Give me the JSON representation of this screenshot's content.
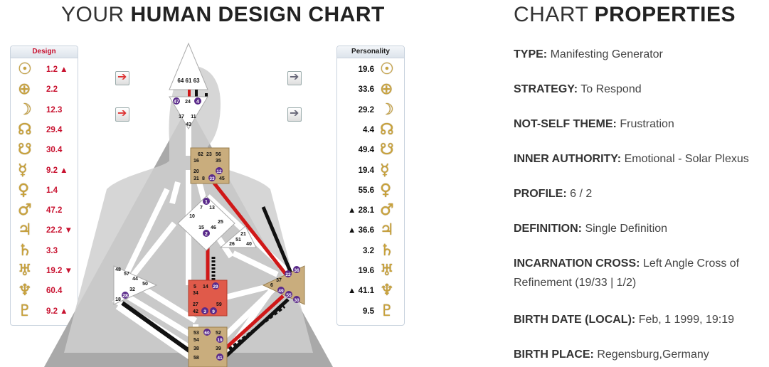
{
  "header": {
    "chart_title_light": "YOUR ",
    "chart_title_bold": "HUMAN DESIGN CHART",
    "props_title_light": "CHART ",
    "props_title_bold": "PROPERTIES"
  },
  "design": {
    "label": "Design",
    "rows": [
      {
        "planet": "sun-icon",
        "glyph": "☉",
        "value": "1.2 ▲"
      },
      {
        "planet": "earth-icon",
        "glyph": "⊕",
        "value": "2.2"
      },
      {
        "planet": "moon-icon",
        "glyph": "☽",
        "value": "12.3"
      },
      {
        "planet": "north-node-icon",
        "glyph": "☊",
        "value": "29.4"
      },
      {
        "planet": "south-node-icon",
        "glyph": "☋",
        "value": "30.4"
      },
      {
        "planet": "mercury-icon",
        "glyph": "☿",
        "value": "9.2 ▲"
      },
      {
        "planet": "venus-icon",
        "glyph": "♀",
        "value": "1.4"
      },
      {
        "planet": "mars-icon",
        "glyph": "♂",
        "value": "47.2"
      },
      {
        "planet": "jupiter-icon",
        "glyph": "♃",
        "value": "22.2 ▼"
      },
      {
        "planet": "saturn-icon",
        "glyph": "♄",
        "value": "3.3"
      },
      {
        "planet": "uranus-icon",
        "glyph": "♅",
        "value": "19.2 ▼"
      },
      {
        "planet": "neptune-icon",
        "glyph": "♆",
        "value": "60.4"
      },
      {
        "planet": "pluto-icon",
        "glyph": "♇",
        "value": "9.2 ▲"
      }
    ]
  },
  "personality": {
    "label": "Personality",
    "rows": [
      {
        "planet": "sun-icon",
        "glyph": "☉",
        "value": "19.6"
      },
      {
        "planet": "earth-icon",
        "glyph": "⊕",
        "value": "33.6"
      },
      {
        "planet": "moon-icon",
        "glyph": "☽",
        "value": "29.2"
      },
      {
        "planet": "north-node-icon",
        "glyph": "☊",
        "value": "4.4"
      },
      {
        "planet": "south-node-icon",
        "glyph": "☋",
        "value": "49.4"
      },
      {
        "planet": "mercury-icon",
        "glyph": "☿",
        "value": "19.4"
      },
      {
        "planet": "venus-icon",
        "glyph": "♀",
        "value": "55.6"
      },
      {
        "planet": "mars-icon",
        "glyph": "♂",
        "value": "▲ 28.1"
      },
      {
        "planet": "jupiter-icon",
        "glyph": "♃",
        "value": "▲ 36.6"
      },
      {
        "planet": "saturn-icon",
        "glyph": "♄",
        "value": "3.2"
      },
      {
        "planet": "uranus-icon",
        "glyph": "♅",
        "value": "19.6"
      },
      {
        "planet": "neptune-icon",
        "glyph": "♆",
        "value": "▲ 41.1"
      },
      {
        "planet": "pluto-icon",
        "glyph": "♇",
        "value": "9.5"
      }
    ]
  },
  "arrows": {
    "left_symbol": "➔",
    "right_symbol": "➔",
    "colors": {
      "design": "#d33333",
      "personality": "#666677"
    }
  },
  "colors": {
    "design_red": "#c8102e",
    "center_tan": "#c9ad7d",
    "center_red": "#e05a4a",
    "channel_red": "#d01818",
    "channel_black": "#111111",
    "silhouette_gray": "#a9a9a9"
  },
  "centers": {
    "head": [
      "64",
      "61",
      "63"
    ],
    "ajna": [
      "47",
      "24",
      "4",
      "17",
      "11",
      "43"
    ],
    "throat": [
      "62",
      "23",
      "56",
      "16",
      "35",
      "20",
      "12",
      "31",
      "8",
      "33",
      "45"
    ],
    "g": [
      "1",
      "7",
      "13",
      "10",
      "15",
      "46",
      "2",
      "25"
    ],
    "ego": [
      "21",
      "51",
      "26",
      "40"
    ],
    "spleen": [
      "48",
      "57",
      "44",
      "50",
      "32",
      "28",
      "18"
    ],
    "sacral": [
      "5",
      "14",
      "29",
      "34",
      "27",
      "59",
      "42",
      "3",
      "9"
    ],
    "solar_plexus": [
      "36",
      "22",
      "6",
      "37",
      "49",
      "55",
      "30"
    ],
    "root": [
      "53",
      "60",
      "52",
      "54",
      "19",
      "38",
      "39",
      "58",
      "41"
    ]
  },
  "properties": [
    {
      "label": "TYPE:",
      "value": "Manifesting Generator"
    },
    {
      "label": "STRATEGY:",
      "value": "To Respond"
    },
    {
      "label": "NOT-SELF THEME:",
      "value": "Frustration"
    },
    {
      "label": "INNER AUTHORITY:",
      "value": "Emotional - Solar Plexus"
    },
    {
      "label": "PROFILE:",
      "value": "6 / 2"
    },
    {
      "label": "DEFINITION:",
      "value": "Single Definition"
    },
    {
      "label": "INCARNATION CROSS:",
      "value": "Left Angle Cross of Refinement (19/33 | 1/2)"
    },
    {
      "label": "BIRTH DATE (LOCAL):",
      "value": "Feb, 1 1999, 19:19"
    },
    {
      "label": "BIRTH PLACE:",
      "value": "Regensburg,Germany"
    }
  ]
}
